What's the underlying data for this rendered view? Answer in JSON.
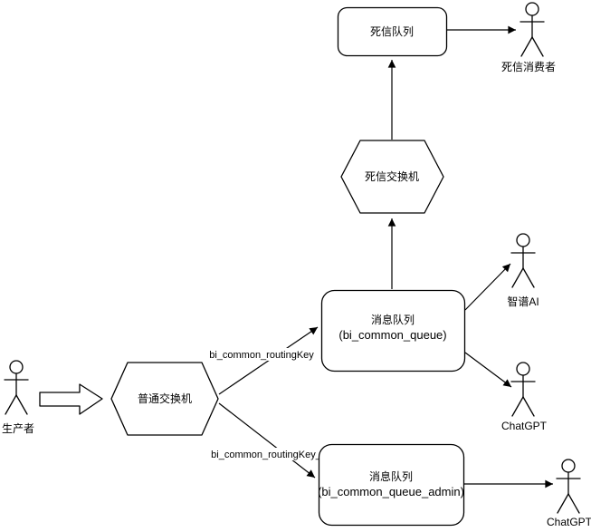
{
  "diagram": {
    "background": "#ffffff",
    "stroke_color": "#000000",
    "nodes": {
      "dead_letter_queue": {
        "shape": "rounded-rect",
        "label": "死信队列"
      },
      "dead_letter_exchange": {
        "shape": "hexagon",
        "label": "死信交换机"
      },
      "common_exchange": {
        "shape": "hexagon",
        "label": "普通交换机"
      },
      "common_queue": {
        "shape": "rounded-rect",
        "label_line1": "消息队列",
        "label_line2": "(bi_common_queue)"
      },
      "common_queue_admin": {
        "shape": "rounded-rect",
        "label_line1": "消息队列",
        "label_line2": "(bi_common_queue_admin)"
      }
    },
    "actors": {
      "producer": {
        "label": "生产者"
      },
      "dead_letter_consumer": {
        "label": "死信消费者"
      },
      "zhipu_ai": {
        "label": "智谱AI"
      },
      "chatgpt": {
        "label": "ChatGPT"
      },
      "chatgpt_admin": {
        "label": "ChatGPT"
      }
    },
    "edges": [
      {
        "from": "common_exchange",
        "to": "common_queue",
        "label": "bi_common_routingKey"
      },
      {
        "from": "common_exchange",
        "to": "common_queue_admin",
        "label": "bi_common_routingKey_admin"
      },
      {
        "from": "producer",
        "to": "common_exchange",
        "style": "block-arrow"
      },
      {
        "from": "common_queue",
        "to": "dead_letter_exchange"
      },
      {
        "from": "dead_letter_exchange",
        "to": "dead_letter_queue"
      },
      {
        "from": "dead_letter_queue",
        "to": "dead_letter_consumer"
      },
      {
        "from": "common_queue",
        "to": "zhipu_ai"
      },
      {
        "from": "common_queue",
        "to": "chatgpt"
      },
      {
        "from": "common_queue_admin",
        "to": "chatgpt_admin"
      }
    ]
  }
}
